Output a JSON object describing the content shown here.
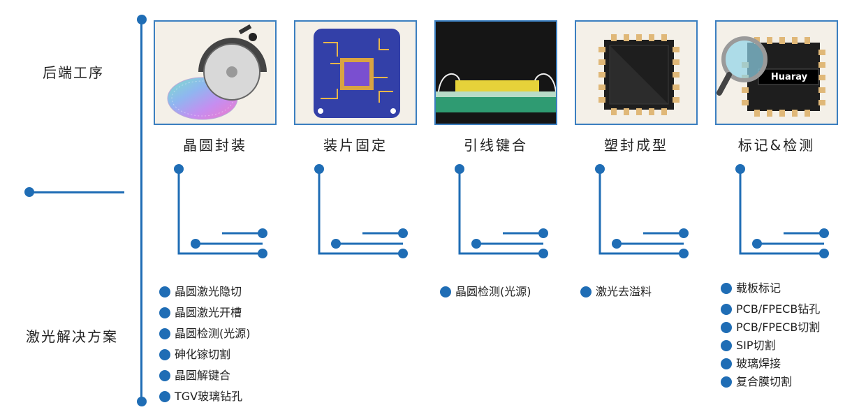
{
  "labels": {
    "back_end": "后端工序",
    "laser_solutions": "激光解决方案"
  },
  "stages": [
    {
      "title": "晶圆封装"
    },
    {
      "title": "装片固定"
    },
    {
      "title": "引线键合"
    },
    {
      "title": "塑封成型"
    },
    {
      "title": "标记&检测",
      "badge": "Huaray"
    }
  ],
  "solutions": {
    "wafer_packaging": [
      "晶圆激光隐切",
      "晶圆激光开槽",
      "晶圆检测(光源)",
      "砷化镓切割",
      "晶圆解键合",
      "TGV玻璃钻孔"
    ],
    "wire_bonding": [
      "晶圆检测(光源)"
    ],
    "molding": [
      "激光去溢料"
    ],
    "marking": [
      "载板标记",
      "PCB/FPECB钻孔",
      "PCB/FPECB切割",
      "SIP切割",
      "玻璃焊接",
      "复合膜切割"
    ]
  },
  "colors": {
    "accent": "#1f6db5",
    "card_border": "#3b7fc0"
  }
}
